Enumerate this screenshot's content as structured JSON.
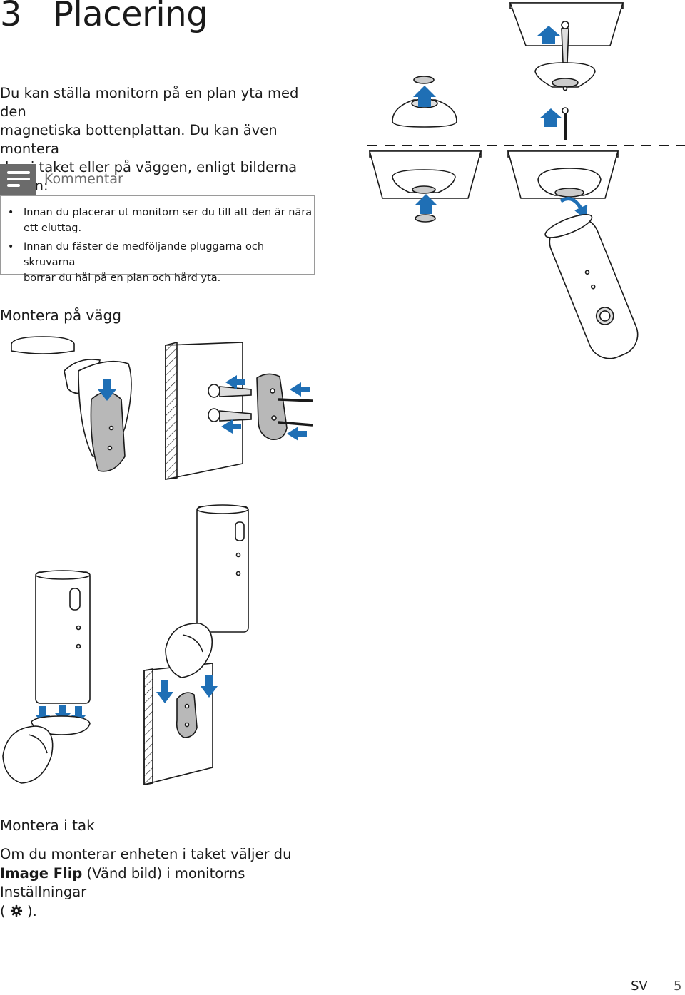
{
  "chapter": {
    "number": "3",
    "title": "Placering"
  },
  "intro": [
    "Du kan ställa monitorn på en plan yta med den",
    "magnetiska bottenplattan. Du kan även montera",
    "den i taket eller på väggen, enligt bilderna nedan:"
  ],
  "note": {
    "title": "Kommentar",
    "items": [
      [
        "Innan du placerar ut monitorn ser du till att den är nära",
        "ett eluttag."
      ],
      [
        "Innan du fäster de medföljande pluggarna och skruvarna",
        "borrar du hål på en plan och hård yta."
      ]
    ]
  },
  "sections": {
    "wall": "Montera på vägg",
    "ceiling": "Montera i tak"
  },
  "ceiling_text": {
    "line1": "Om du monterar enheten i taket väljer du",
    "bold": "Image Flip",
    "line2_rest": " (Vänd bild) i monitorns Inställningar",
    "line3_open": "(",
    "line3_close": " )."
  },
  "footer": {
    "lang": "SV",
    "page": "5"
  },
  "colors": {
    "arrow": "#1f6fb5",
    "grey_fill": "#b8b8b8",
    "line": "#1a1a1a"
  }
}
